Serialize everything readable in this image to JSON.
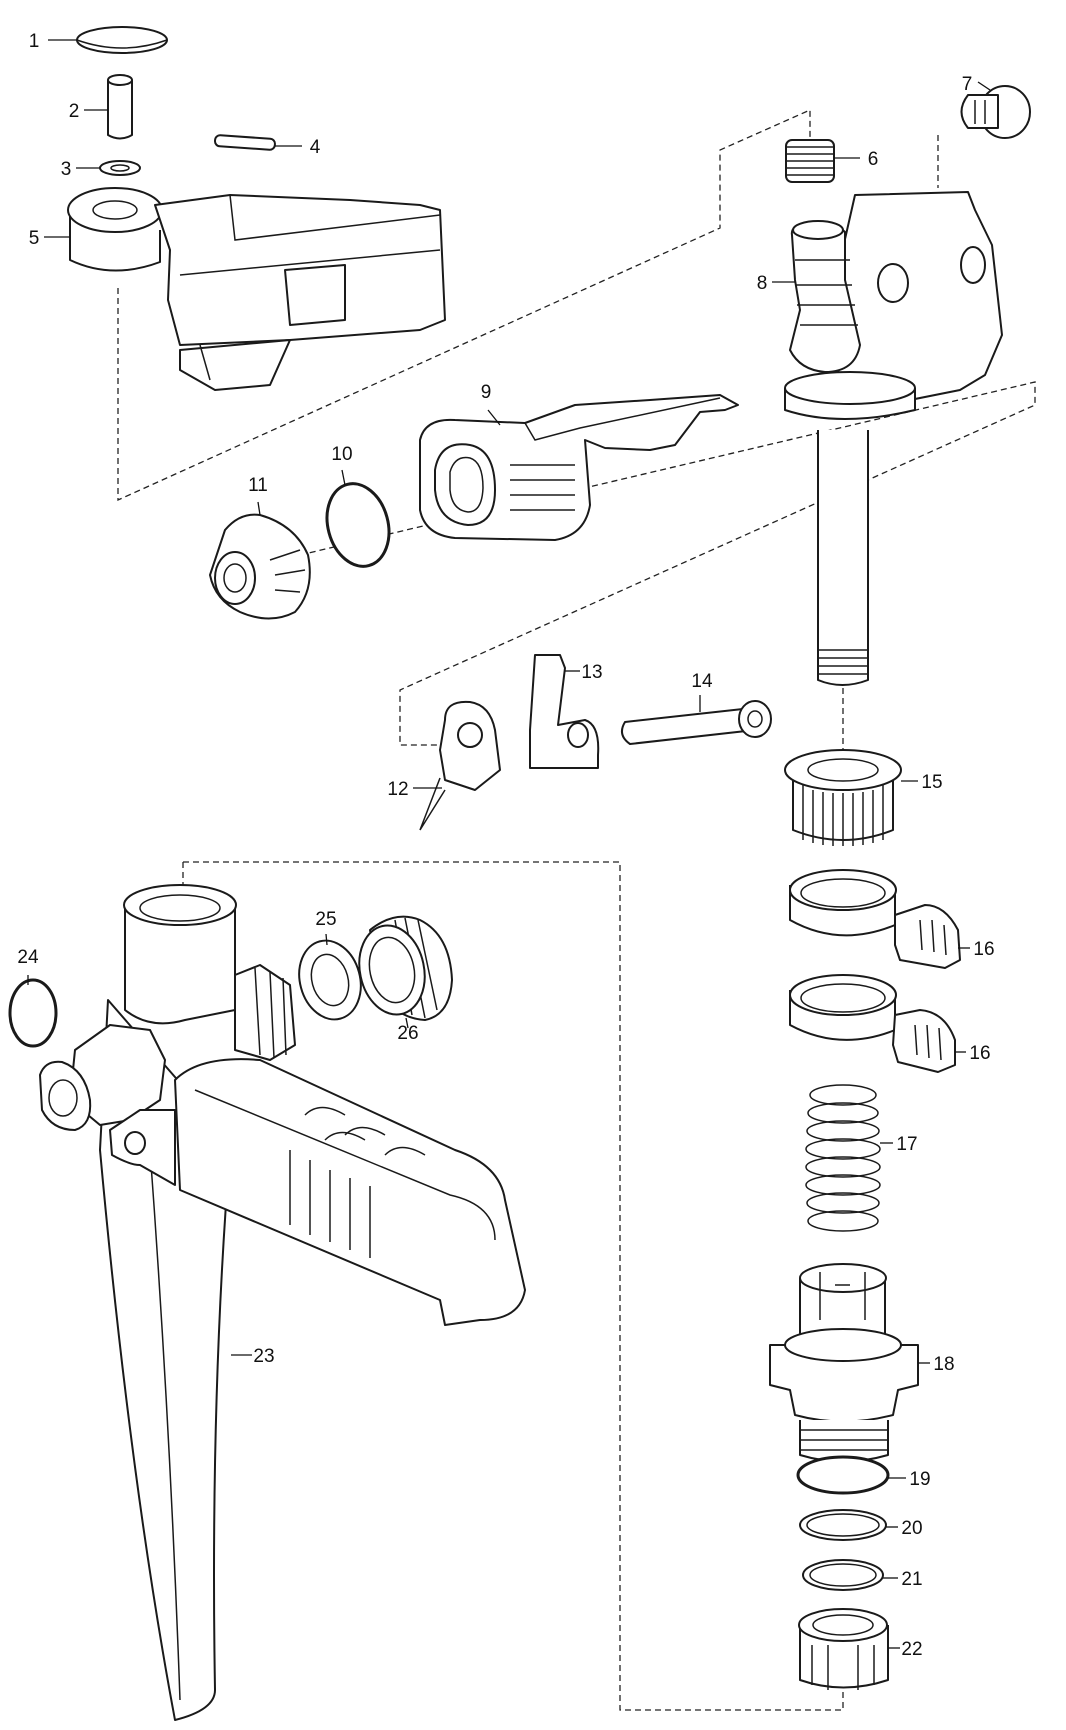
{
  "callouts": [
    {
      "label": "1"
    },
    {
      "label": "2"
    },
    {
      "label": "3"
    },
    {
      "label": "4"
    },
    {
      "label": "5"
    },
    {
      "label": "6"
    },
    {
      "label": "7"
    },
    {
      "label": "8"
    },
    {
      "label": "9"
    },
    {
      "label": "10"
    },
    {
      "label": "11"
    },
    {
      "label": "12"
    },
    {
      "label": "13"
    },
    {
      "label": "14"
    },
    {
      "label": "15"
    },
    {
      "label": "16"
    },
    {
      "label": "16"
    },
    {
      "label": "17"
    },
    {
      "label": "18"
    },
    {
      "label": "19"
    },
    {
      "label": "20"
    },
    {
      "label": "21"
    },
    {
      "label": "22"
    },
    {
      "label": "23"
    },
    {
      "label": "24"
    },
    {
      "label": "25"
    },
    {
      "label": "26"
    }
  ]
}
